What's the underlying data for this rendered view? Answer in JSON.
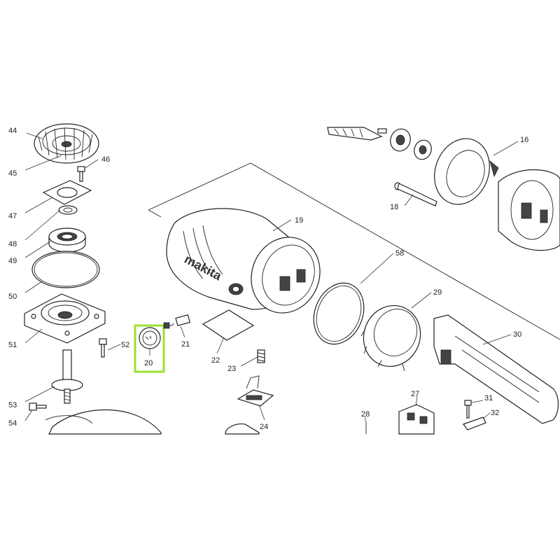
{
  "diagram": {
    "brand_text": "makita",
    "highlight_color": "#9be22d",
    "highlighted_part": "20",
    "labels": [
      "44",
      "45",
      "46",
      "47",
      "48",
      "49",
      "50",
      "51",
      "52",
      "53",
      "54",
      "20",
      "21",
      "22",
      "23",
      "24",
      "19",
      "58",
      "29",
      "30",
      "27",
      "28",
      "31",
      "32",
      "16",
      "18"
    ]
  }
}
